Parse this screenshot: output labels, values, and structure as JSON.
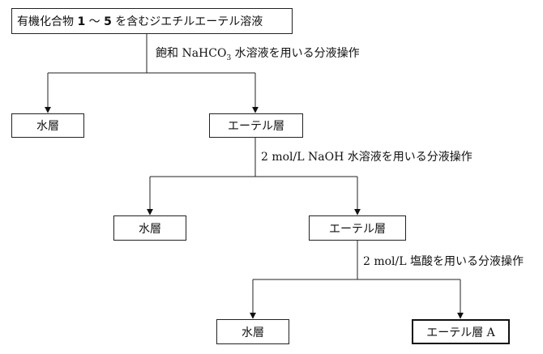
{
  "start": {
    "prefix": "有機化合物 ",
    "num1": "1",
    "tilde": " ～ ",
    "num2": "5",
    "suffix": " を含むジエチルエーテル溶液"
  },
  "operations": {
    "op1": {
      "pre": "飽和 NaHCO",
      "sub": "3",
      "post": " 水溶液を用いる分液操作"
    },
    "op2": "2 mol/L  NaOH 水溶液を用いる分液操作",
    "op3": "2 mol/L 塩酸を用いる分液操作"
  },
  "layers": {
    "water_1": "水層",
    "ether_1": "エーテル層",
    "water_2": "水層",
    "ether_2": "エーテル層",
    "water_3": "水層",
    "ether_A": "エーテル層 A"
  }
}
